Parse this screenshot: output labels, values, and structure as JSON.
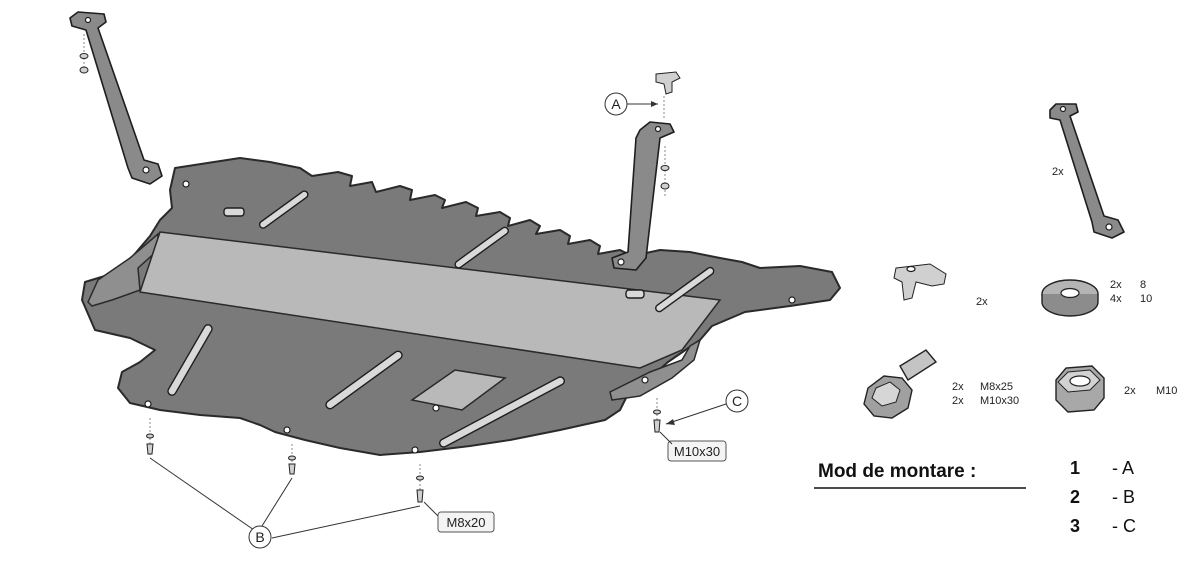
{
  "callouts": {
    "a": "A",
    "b": "B",
    "c": "C"
  },
  "bolt_labels": {
    "c_bolt": "M10x30",
    "b_bolt": "M8x20"
  },
  "parts": {
    "bracket_qty": "2x",
    "clip_qty": "2x",
    "washer_qty": [
      "2x",
      "4x"
    ],
    "washer_sizes": [
      "8",
      "10"
    ],
    "bolt_qty": [
      "2x",
      "2x"
    ],
    "bolt_sizes": [
      "M8x25",
      "M10x30"
    ],
    "nut_qty": "2x",
    "nut_size": "M10"
  },
  "legend": {
    "title": "Mod de montare :",
    "rows": [
      {
        "num": "1",
        "letter": "- A"
      },
      {
        "num": "2",
        "letter": "- B"
      },
      {
        "num": "3",
        "letter": "- C"
      }
    ]
  }
}
